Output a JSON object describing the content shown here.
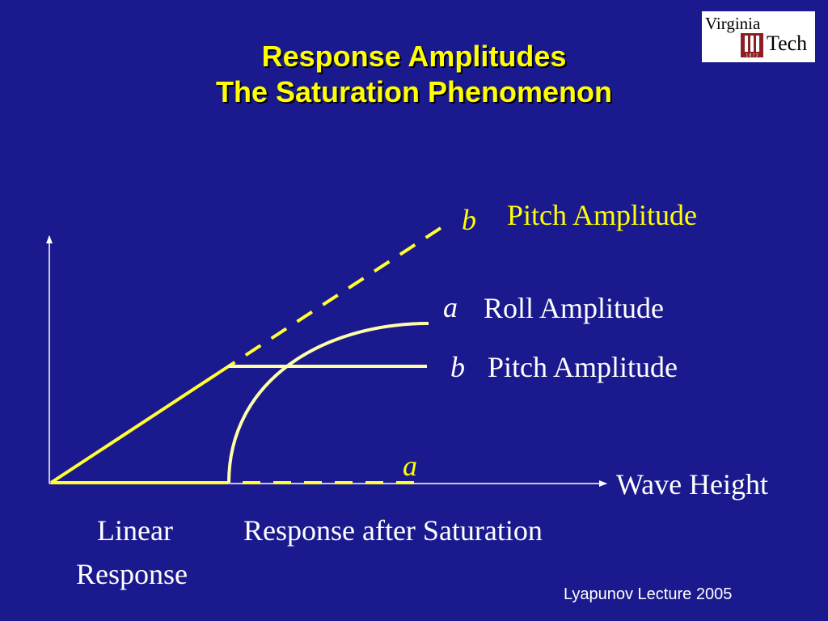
{
  "slide": {
    "title_line1": "Response Amplitudes",
    "title_line2": "The Saturation Phenomenon",
    "footer": "Lyapunov Lecture 2005"
  },
  "logo": {
    "word1": "Virginia",
    "word2": "Tech",
    "seal_text": "1 8 7 2"
  },
  "diagram": {
    "x_axis_label": "Wave Height",
    "labels": {
      "b_top_symbol": "b",
      "b_top_text": "Pitch Amplitude",
      "a_mid_symbol": "a",
      "a_mid_text": "Roll Amplitude",
      "b_mid_symbol": "b",
      "b_mid_text": "Pitch Amplitude",
      "a_low_symbol": "a"
    },
    "region_labels": {
      "linear_line1": "Linear",
      "linear_line2": "Response",
      "saturation": "Response after Saturation"
    }
  },
  "colors": {
    "background": "#1a1a8e",
    "title": "#ffff00",
    "yellow_curve": "#ffff33",
    "cream_curve": "#ffffaa",
    "axis": "#ffffff",
    "logo_maroon": "#8b1f24"
  }
}
